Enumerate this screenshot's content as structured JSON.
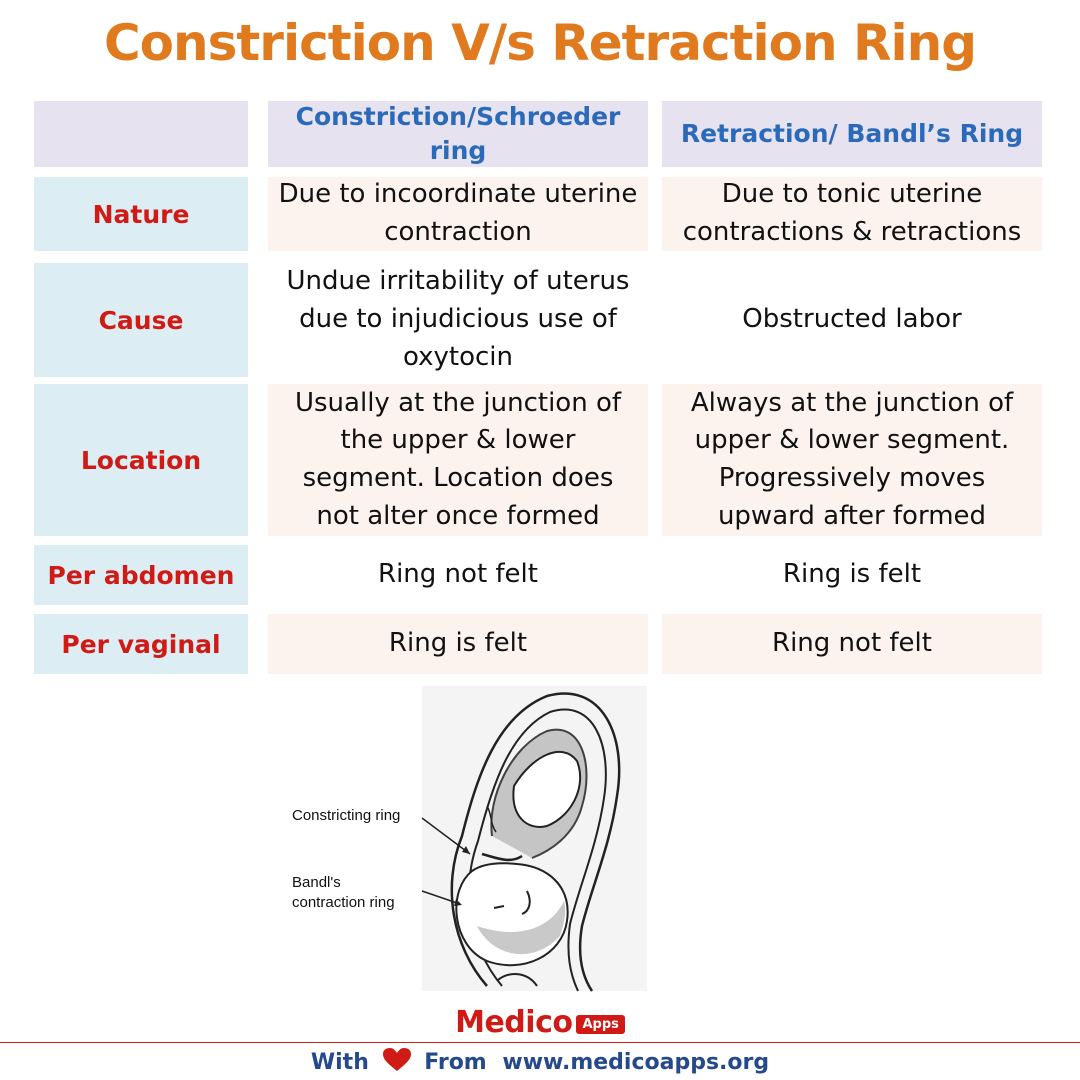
{
  "title": "Constriction V/s Retraction Ring",
  "columns": [
    "",
    "Constriction/Schroeder ring",
    "Retraction/ Bandl’s Ring"
  ],
  "rows": [
    {
      "label": "Nature",
      "constriction": "Due to incoordinate uterine contraction",
      "retraction": "Due to tonic uterine contractions & retractions"
    },
    {
      "label": "Cause",
      "constriction": "Undue irritability of uterus due to injudicious use of oxytocin",
      "retraction": "Obstructed labor"
    },
    {
      "label": "Location",
      "constriction": "Usually at the junction of the upper & lower segment. Location does not alter once formed",
      "retraction": "Always at the junction of upper & lower segment. Progressively moves upward after formed"
    },
    {
      "label": "Per abdomen",
      "constriction": "Ring not felt",
      "retraction": "Ring is felt"
    },
    {
      "label": "Per vaginal",
      "constriction": "Ring is felt",
      "retraction": "Ring not felt"
    }
  ],
  "figure": {
    "label_constricting": "Constricting ring",
    "label_bandl_1": "Bandl's",
    "label_bandl_2": "contraction ring"
  },
  "logo": {
    "text": "Medico",
    "badge": "Apps"
  },
  "footer": {
    "with": "With",
    "from": "From",
    "url": "www.medicoapps.org"
  },
  "colors": {
    "title": "#e07a1e",
    "row_label": "#d01a16",
    "header_text": "#2a6ab8",
    "footer_text": "#254a8c",
    "heart": "#d01a16"
  },
  "icons": {
    "heart": "heart-icon"
  }
}
